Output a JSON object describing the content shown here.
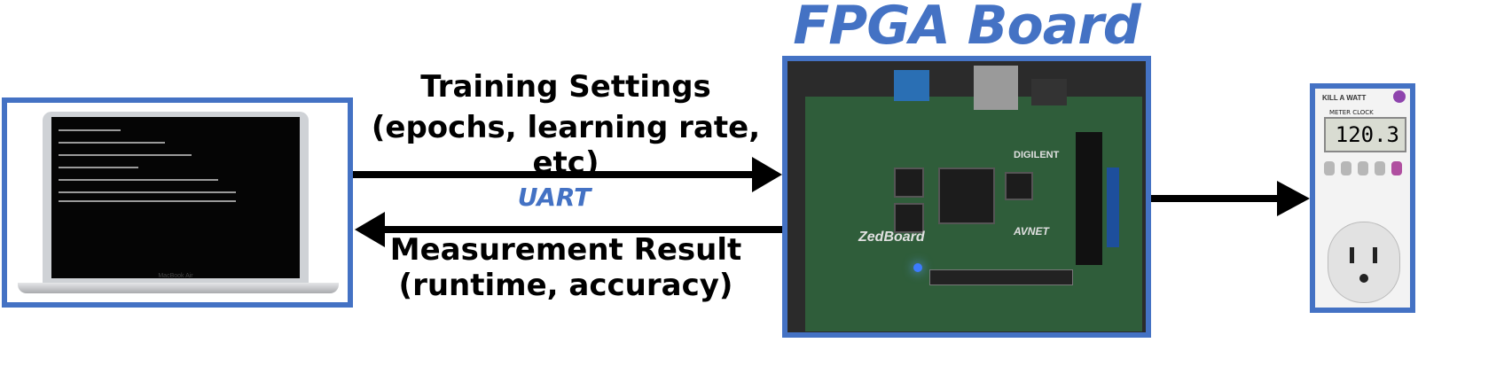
{
  "title": "FPGA Board",
  "top_label": {
    "line1": "Training Settings",
    "line2": "(epochs, learning rate, etc)"
  },
  "middle_label": "UART",
  "bottom_label": {
    "line1": "Measurement Result",
    "line2": "(runtime, accuracy)"
  },
  "laptop": {
    "brand": "MacBook Air"
  },
  "meter": {
    "brand": "KILL A WATT",
    "mode": "METER CLOCK",
    "reading": "120.3"
  },
  "board": {
    "name": "ZedBoard",
    "vendor": "DIGILENT",
    "partner": "AVNET"
  },
  "colors": {
    "accent": "#4472c4",
    "arrow": "#000000"
  },
  "icons": [
    "laptop-icon",
    "fpga-board-icon",
    "power-meter-icon",
    "arrow-right-icon",
    "arrow-left-icon"
  ]
}
